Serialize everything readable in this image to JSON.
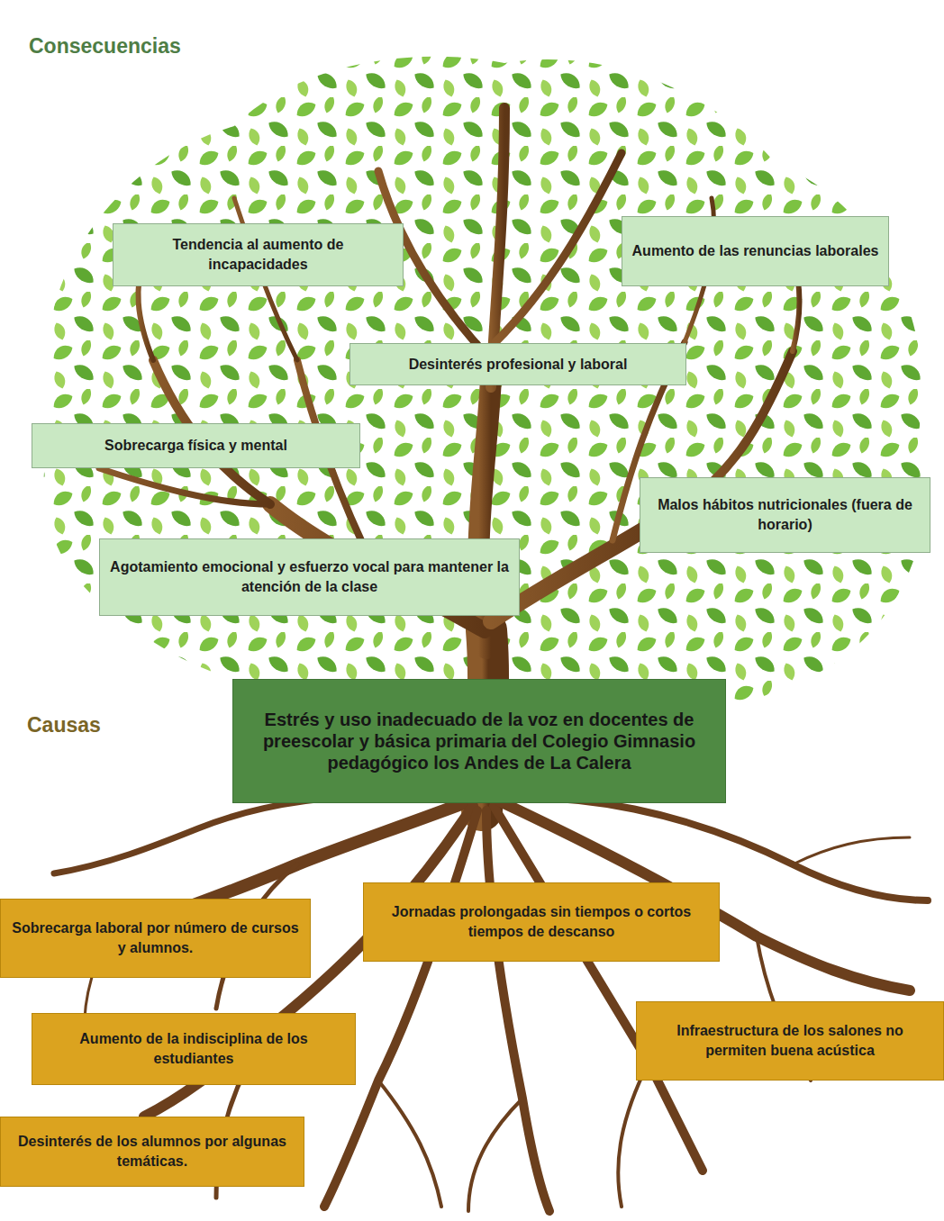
{
  "diagram": {
    "nodes": [
      {
        "text": [
          "Tendencia al aumento de incapacidades"
        ]
      },
      {
        "text": [
          "Aumento de las renuncias laborales"
        ]
      },
      {
        "text": [
          "Desinterés profesional y laboral"
        ]
      },
      {
        "text": [
          "Sobrecarga física y mental"
        ]
      },
      {
        "text": [
          "Malos hábitos nutricionales (fuera de horario)"
        ]
      },
      {
        "text": [
          "Agotamiento emocional y esfuerzo vocal para mantener la atención de la clase"
        ]
      },
      {
        "text": [
          "Estrés y uso inadecuado de la voz en docentes de preescolar y básica primaria del Colegio Gimnasio pedagógico los Andes de La Calera"
        ]
      },
      {
        "text": [
          "Jornadas prolongadas sin tiempos o cortos tiempos de descanso"
        ]
      },
      {
        "text": [
          "Sobrecarga laboral por número de cursos y alumnos."
        ]
      },
      {
        "text": [
          "Aumento de la indisciplina de los estudiantes"
        ]
      },
      {
        "text": [
          "Infraestructura de los salones no permiten buena acústica"
        ]
      },
      {
        "text": [
          "Desinterés de los alumnos por algunas temáticas."
        ]
      }
    ],
    "labels": [
      "Consecuencias",
      "Causas"
    ]
  }
}
